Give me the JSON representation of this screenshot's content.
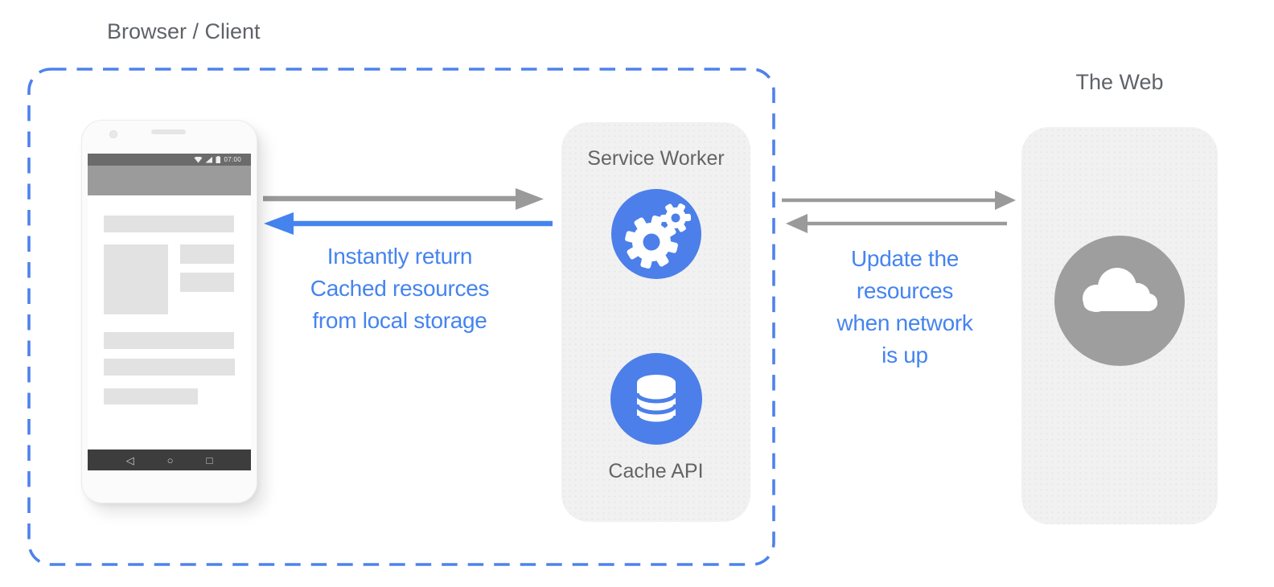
{
  "labels": {
    "browser_client": "Browser / Client",
    "the_web": "The Web"
  },
  "service_worker_panel": {
    "title": "Service Worker",
    "cache_label": "Cache API"
  },
  "annotations": {
    "cache_return": {
      "lines": [
        "Instantly return",
        "Cached resources",
        "from local storage"
      ]
    },
    "network_update": {
      "lines": [
        "Update the",
        "resources",
        "when network",
        "is up"
      ]
    }
  },
  "phone": {
    "status_time": "07:00",
    "nav": {
      "back": "◁",
      "home": "○",
      "recents": "□"
    }
  },
  "colors": {
    "accent_blue": "#4c7fe9",
    "annotation_blue": "#4584ee",
    "dashed_border_blue": "#4e82ec",
    "arrow_gray": "#9a9a9a",
    "panel_gray": "#f1f1f2",
    "label_gray": "#5f6368",
    "web_circle_gray": "#9e9e9e"
  }
}
